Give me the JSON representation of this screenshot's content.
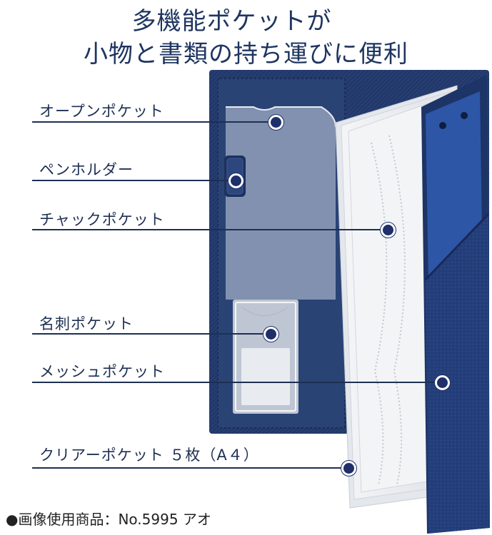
{
  "headline": {
    "line1": "多機能ポケットが",
    "line2": "小物と書類の持ち運びに便利"
  },
  "callouts": [
    {
      "label": "オープンポケット"
    },
    {
      "label": "ペンホルダー"
    },
    {
      "label": "チャックポケット"
    },
    {
      "label": "名刺ポケット"
    },
    {
      "label": "メッシュポケット"
    },
    {
      "label": "クリアーポケット ５枚（A４）"
    }
  ],
  "footer": "●画像使用商品：No.5995 アオ",
  "colors": {
    "navy": "#22386a",
    "navy_dark": "#1a2c55",
    "pocket_blue": "#2d56a6",
    "clear_sheet": "#eef0f3",
    "title_text": "#1e3560"
  }
}
